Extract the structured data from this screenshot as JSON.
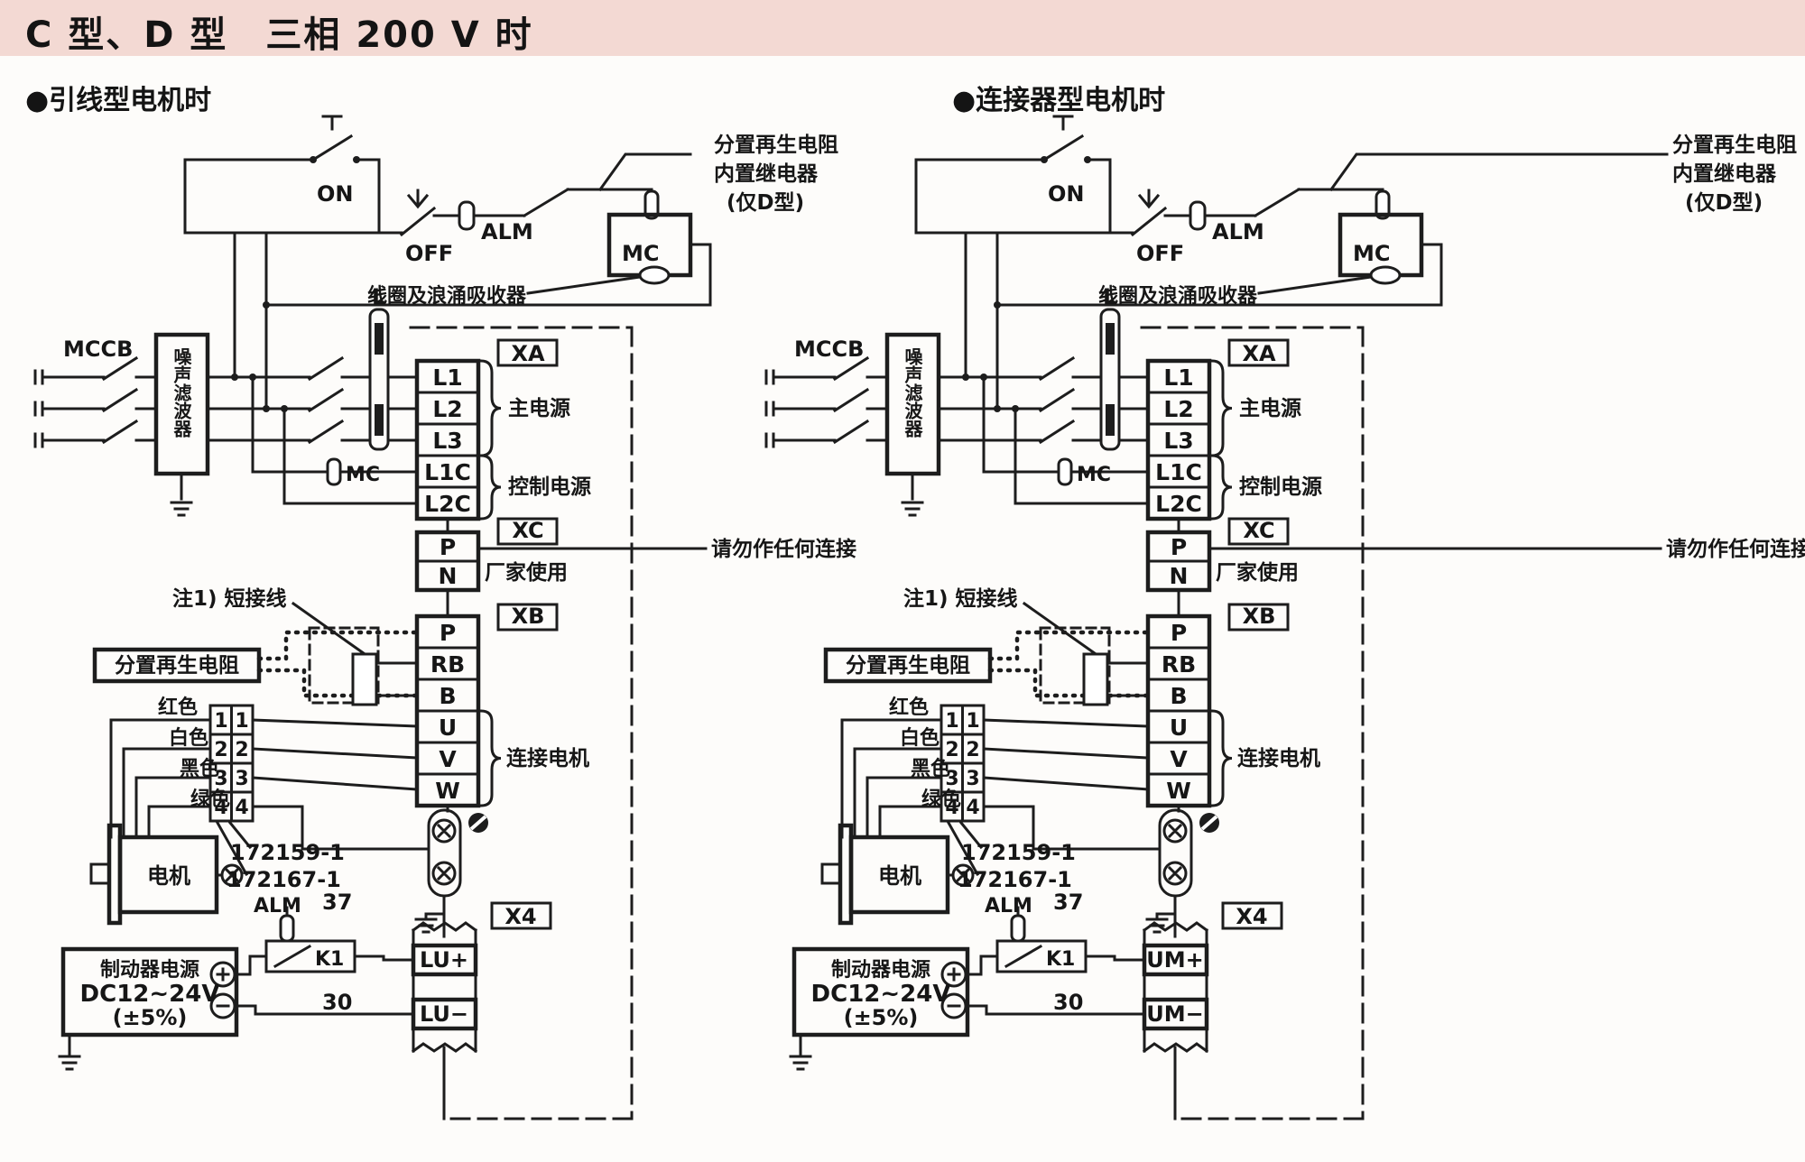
{
  "page": {
    "title": "C 型、D 型　三相 200 V 时"
  },
  "colors": {
    "title_bg": "#f3d9d3",
    "ink": "#1d1d1d"
  },
  "diagrams": [
    {
      "header": "●引线型电机时",
      "labels": {
        "mccb": "MCCB",
        "noise_filter": "噪声滤波器",
        "on": "ON",
        "off": "OFF",
        "alm": "ALM",
        "mc_coil": "MC",
        "mc_contact": "MC",
        "reactor": "L",
        "coil_surge_note": "线圈及浪涌吸收器",
        "regen_note_line1": "分置再生电阻",
        "regen_note_line2": "内置继电器",
        "regen_note_line3": "(仅D型)",
        "xa": "XA",
        "xb": "XB",
        "xc": "XC",
        "x4": "X4",
        "main_power": "主电源",
        "control_power": "控制电源",
        "factory_use": "厂家使用",
        "no_connect": "请勿作任何连接",
        "note1": "注1) 短接线",
        "ext_regen_box": "分置再生电阻",
        "motor_connect": "连接电机",
        "motor": "电机",
        "part_no1": "172159-1",
        "part_no2": "172167-1",
        "alm_relay": "ALM",
        "k1": "K1",
        "pin37": "37",
        "pin30": "30",
        "brake_line1": "制动器电源",
        "brake_line2": "DC12~24V",
        "brake_line3": "(±5%)",
        "brake_plus": "LU+",
        "brake_minus": "LU−",
        "terminals_main": [
          "L1",
          "L2",
          "L3",
          "L1C",
          "L2C"
        ],
        "terminals_pn": [
          "P",
          "N"
        ],
        "terminals_xb": [
          "P",
          "RB",
          "B",
          "U",
          "V",
          "W"
        ],
        "wire_colors": [
          "红色",
          "白色",
          "黑色",
          "绿色"
        ],
        "pins": [
          "1",
          "2",
          "3",
          "4"
        ]
      }
    },
    {
      "header": "●连接器型电机时",
      "labels": {
        "mccb": "MCCB",
        "noise_filter": "噪声滤波器",
        "on": "ON",
        "off": "OFF",
        "alm": "ALM",
        "mc_coil": "MC",
        "mc_contact": "MC",
        "reactor": "L",
        "coil_surge_note": "线圈及浪涌吸收器",
        "regen_note_line1": "分置再生电阻",
        "regen_note_line2": "内置继电器",
        "regen_note_line3": "(仅D型)",
        "xa": "XA",
        "xb": "XB",
        "xc": "XC",
        "x4": "X4",
        "main_power": "主电源",
        "control_power": "控制电源",
        "factory_use": "厂家使用",
        "no_connect": "请勿作任何连接",
        "note1": "注1) 短接线",
        "ext_regen_box": "分置再生电阻",
        "motor_connect": "连接电机",
        "motor": "电机",
        "part_no1": "172159-1",
        "part_no2": "172167-1",
        "alm_relay": "ALM",
        "k1": "K1",
        "pin37": "37",
        "pin30": "30",
        "brake_line1": "制动器电源",
        "brake_line2": "DC12~24V",
        "brake_line3": "(±5%)",
        "brake_plus": "UM+",
        "brake_minus": "UM−",
        "terminals_main": [
          "L1",
          "L2",
          "L3",
          "L1C",
          "L2C"
        ],
        "terminals_pn": [
          "P",
          "N"
        ],
        "terminals_xb": [
          "P",
          "RB",
          "B",
          "U",
          "V",
          "W"
        ],
        "wire_colors": [
          "红色",
          "白色",
          "黑色",
          "绿色"
        ],
        "pins": [
          "1",
          "2",
          "3",
          "4"
        ]
      }
    }
  ]
}
